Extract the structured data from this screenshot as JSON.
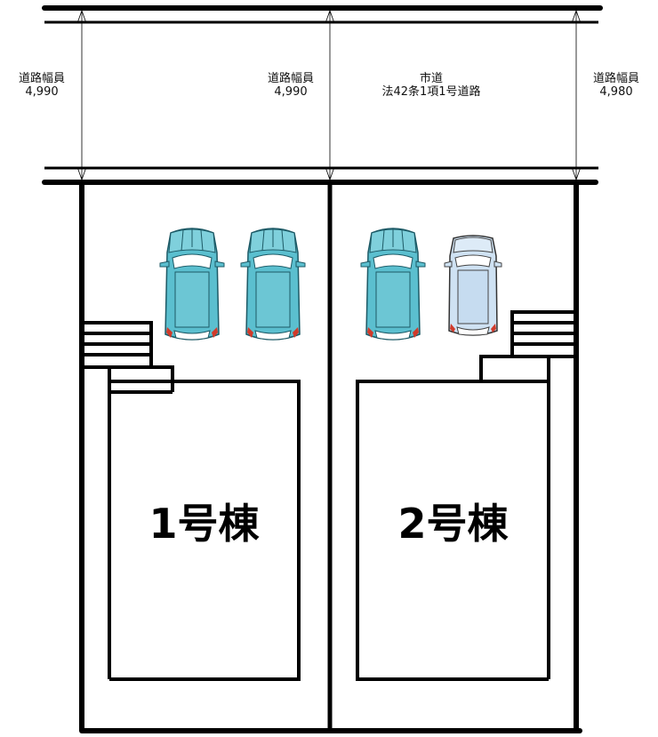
{
  "road": {
    "widths": [
      {
        "label": "道路幅員",
        "value": "4,990"
      },
      {
        "label": "道路幅員",
        "value": "4,990"
      },
      {
        "label": "道路幅員",
        "value": "4,980"
      }
    ],
    "type_label": "市道",
    "law_label": "法42条1項1号道路"
  },
  "lots": [
    {
      "name": "1号棟",
      "parking_cars": 2
    },
    {
      "name": "2号棟",
      "parking_cars": 2
    }
  ],
  "colors": {
    "car_teal": "#5bbfcf",
    "car_teal_dark": "#2f8fa0",
    "car_light": "#cfe2f3",
    "tail_light": "#d03a2a",
    "line": "#000000"
  }
}
